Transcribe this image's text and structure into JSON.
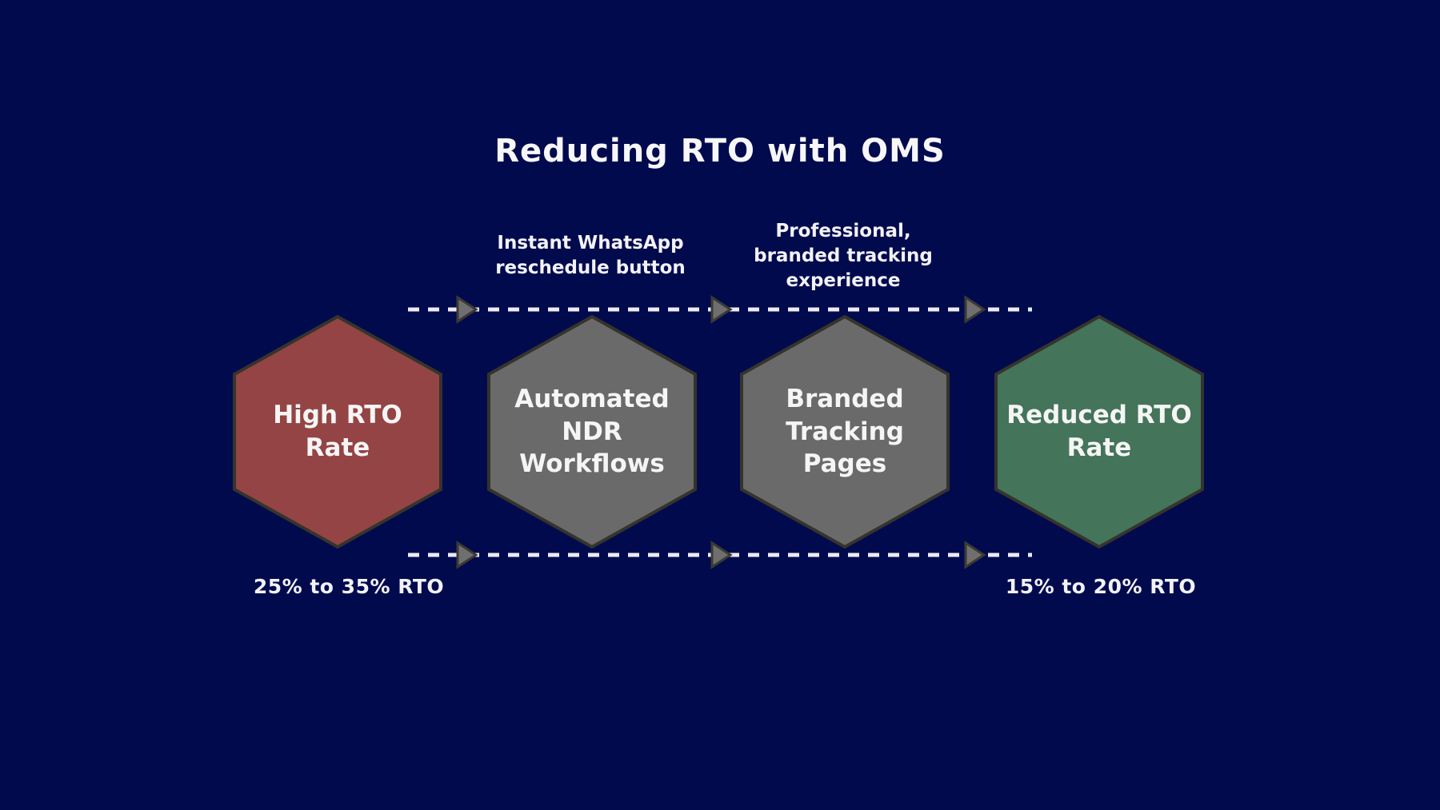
{
  "title": "Reducing RTO with OMS",
  "hexagons": [
    {
      "name": "high-rto-rate",
      "label": "High RTO\nRate",
      "color": "#944444"
    },
    {
      "name": "automated-ndr-workflows",
      "label": "Automated\nNDR\nWorkflows",
      "color": "#6a6a6a"
    },
    {
      "name": "branded-tracking-pages",
      "label": "Branded\nTracking\nPages",
      "color": "#6a6a6a"
    },
    {
      "name": "reduced-rto-rate",
      "label": "Reduced RTO\nRate",
      "color": "#44745a"
    }
  ],
  "annotations": {
    "whatsapp": "Instant WhatsApp\nreschedule button",
    "tracking": "Professional,\nbranded tracking\nexperience"
  },
  "bottom_labels": {
    "left": "25% to 35% RTO",
    "right": "15% to 20% RTO"
  },
  "colors": {
    "background": "#020a4e",
    "hex_border": "#35342c",
    "dash_line": "#ecebf3",
    "arrowhead_fill": "#6f6f6f",
    "arrowhead_border": "#3b3a31",
    "text": "#f5f5f5"
  }
}
